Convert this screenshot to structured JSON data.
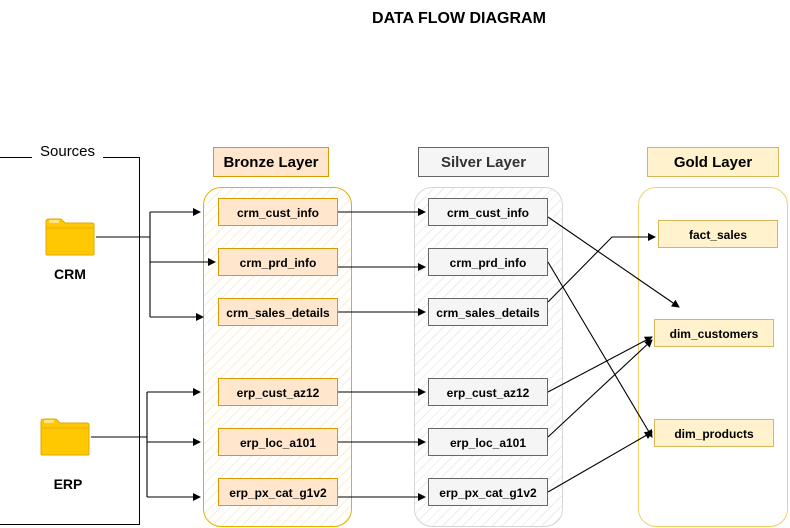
{
  "title": "DATA FLOW DIAGRAM",
  "sources": {
    "label": "Sources",
    "items": [
      {
        "id": "crm",
        "label": "CRM"
      },
      {
        "id": "erp",
        "label": "ERP"
      }
    ]
  },
  "layers": {
    "bronze": {
      "title": "Bronze Layer",
      "nodes": [
        "crm_cust_info",
        "crm_prd_info",
        "crm_sales_details",
        "erp_cust_az12",
        "erp_loc_a101",
        "erp_px_cat_g1v2"
      ]
    },
    "silver": {
      "title": "Silver Layer",
      "nodes": [
        "crm_cust_info",
        "crm_prd_info",
        "crm_sales_details",
        "erp_cust_az12",
        "erp_loc_a101",
        "erp_px_cat_g1v2"
      ]
    },
    "gold": {
      "title": "Gold Layer",
      "nodes": [
        "fact_sales",
        "dim_customers",
        "dim_products"
      ]
    }
  },
  "colors": {
    "bronze_fill": "#ffe6cc",
    "bronze_stroke": "#d79b00",
    "silver_fill": "#f5f5f5",
    "silver_stroke": "#666666",
    "gold_fill": "#fff2cc",
    "gold_stroke": "#d6b656",
    "folder": "#ffc800"
  },
  "icons": {
    "source": "folder-icon"
  }
}
